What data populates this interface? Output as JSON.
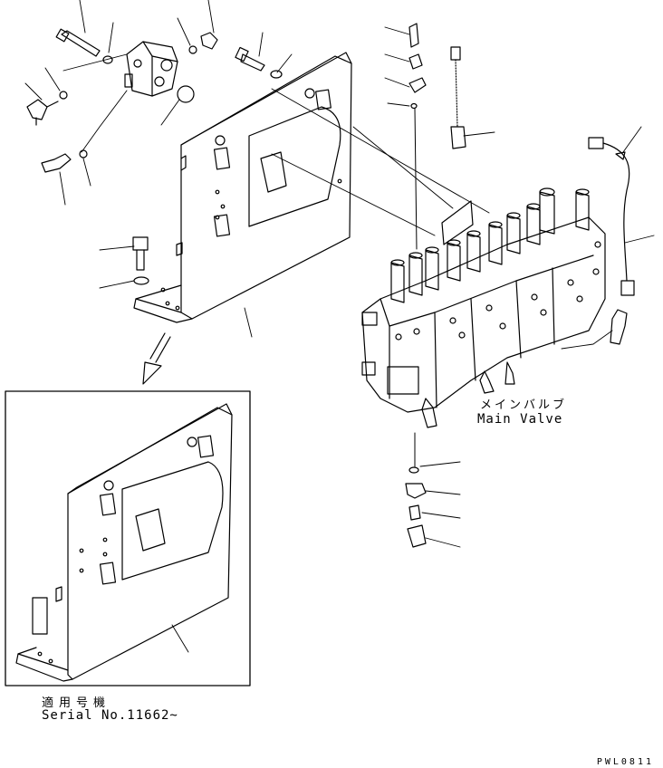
{
  "diagram": {
    "main_valve_label_jp": "メインバルブ",
    "main_valve_label_en": "Main Valve",
    "serial_label_jp": "適用号機",
    "serial_label_en": "Serial No.11662~",
    "drawing_code": "PWL0811"
  }
}
